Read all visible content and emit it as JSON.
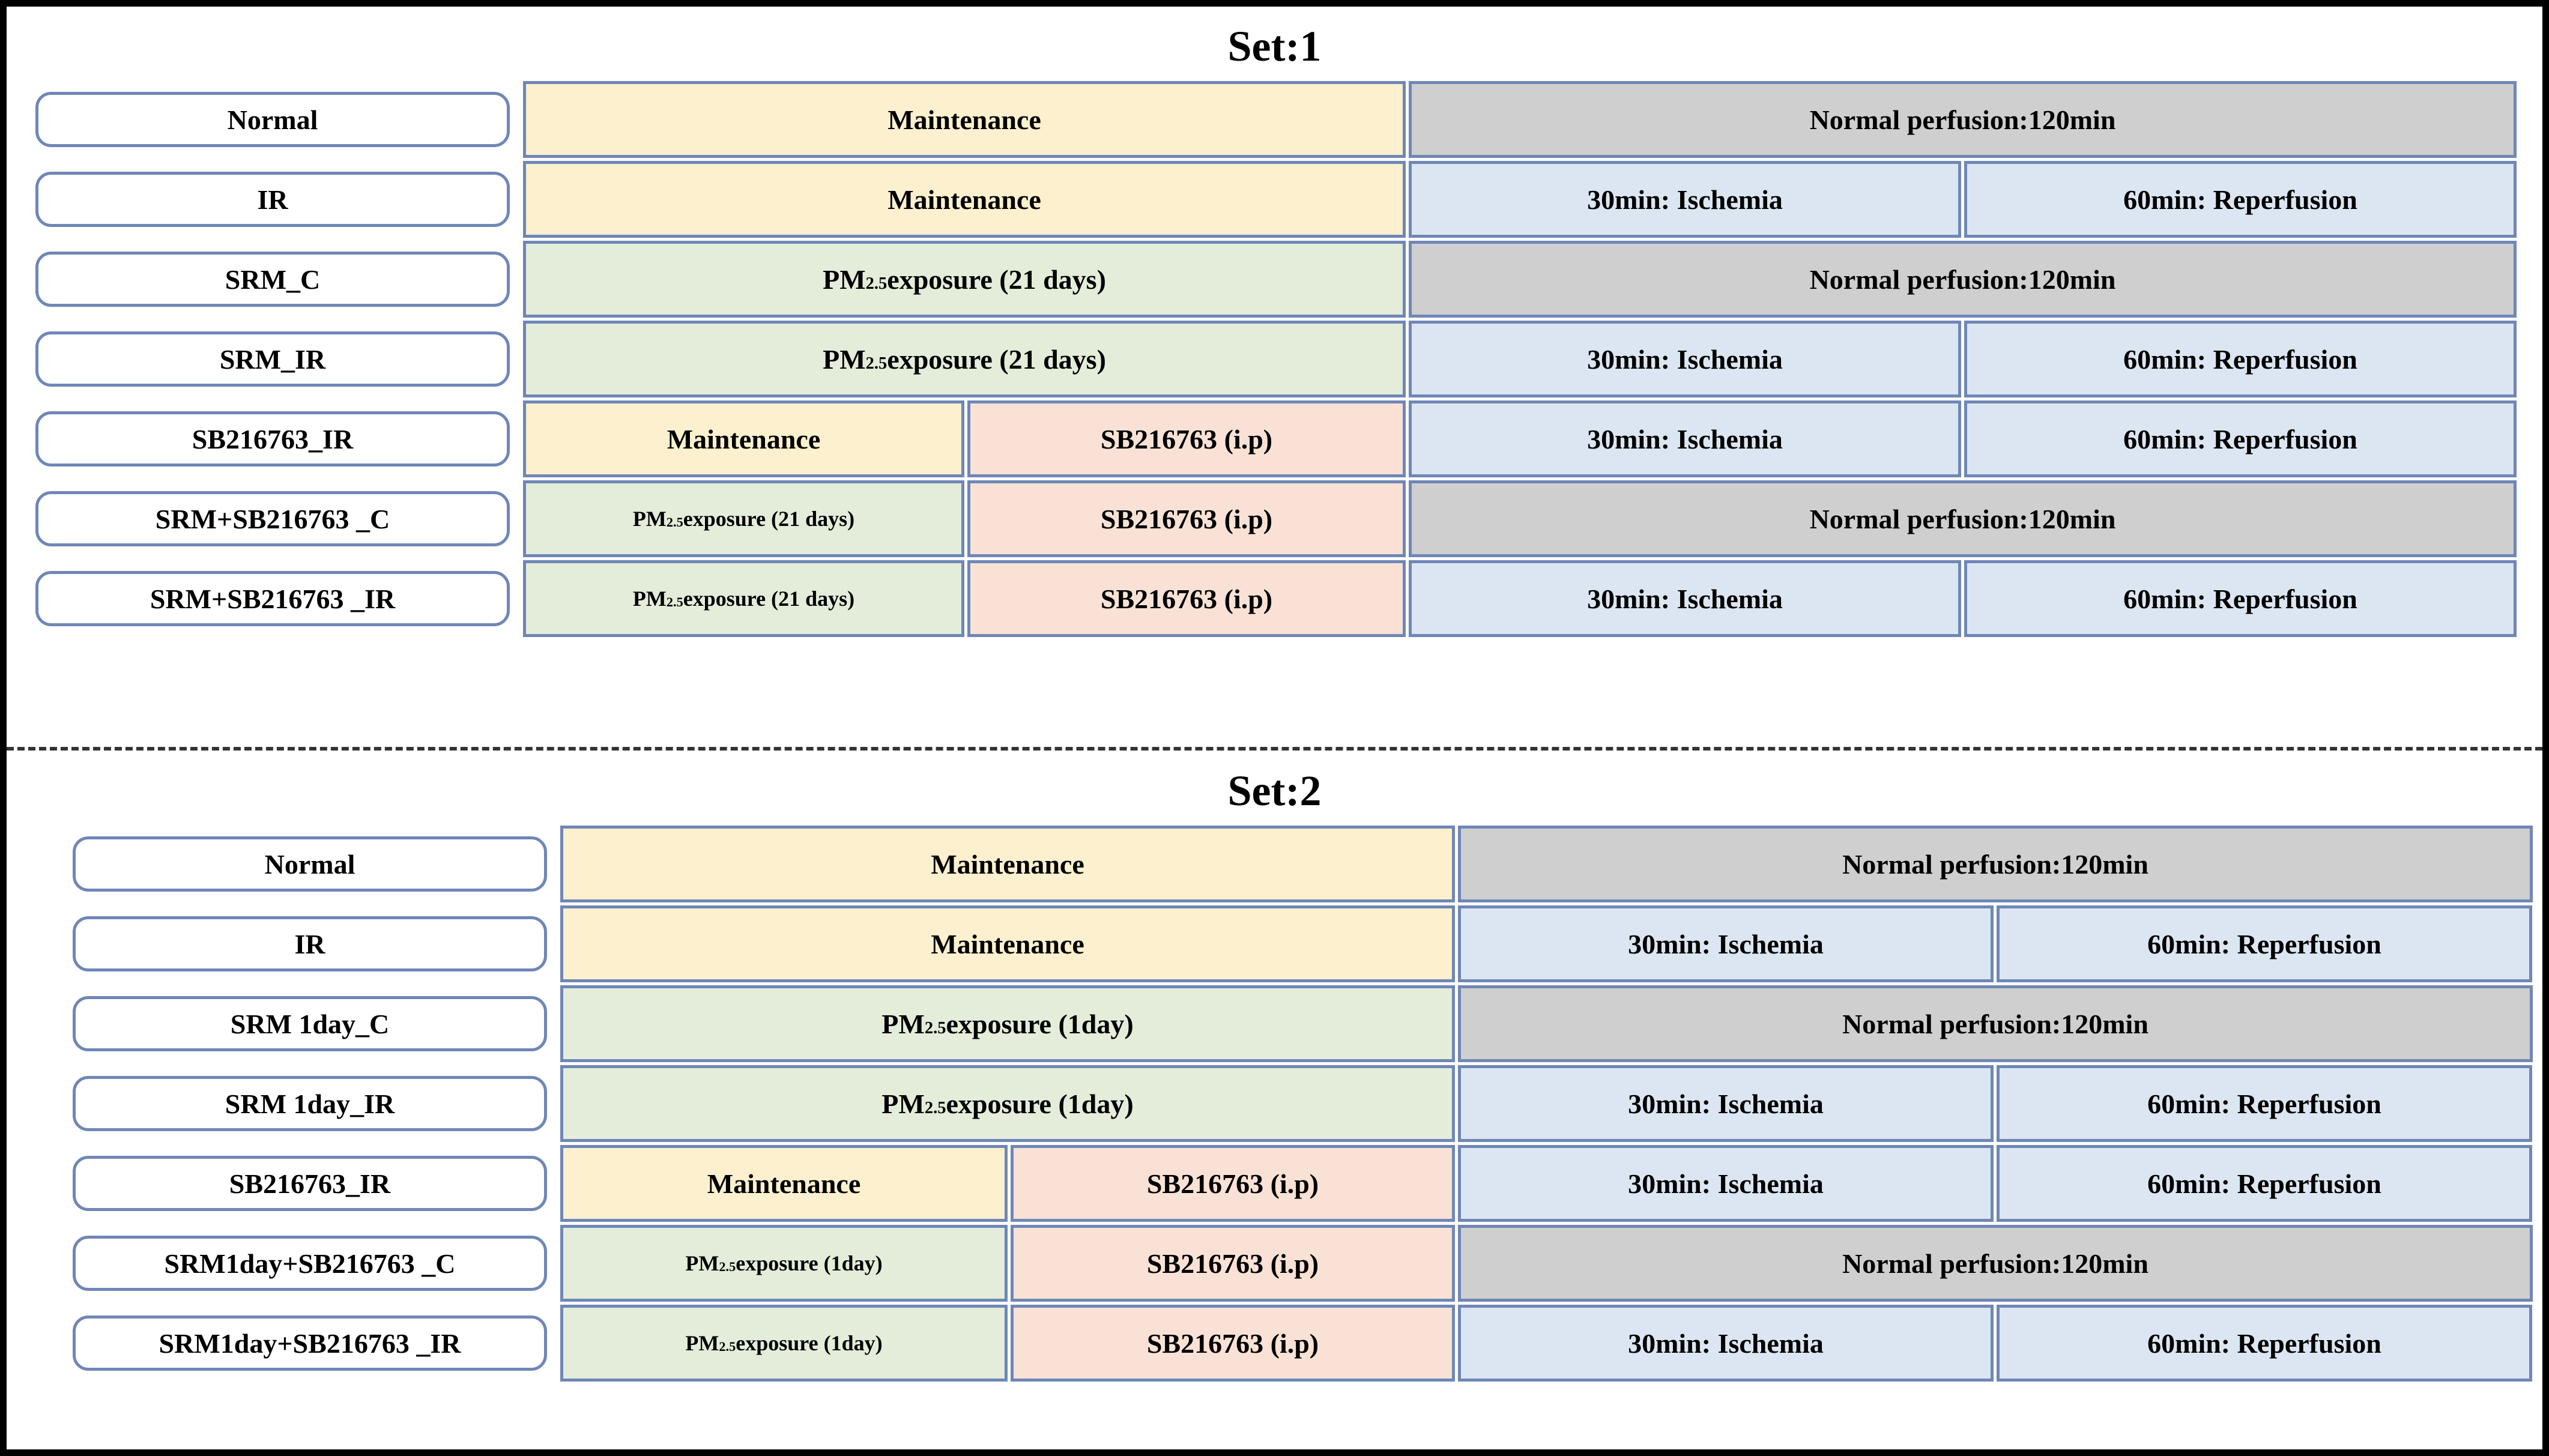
{
  "figure": {
    "sets": [
      {
        "id": "set-1",
        "title": "Set:1",
        "rows": [
          {
            "label": "Normal",
            "treatments": [
              {
                "text": "Maintenance",
                "color": "yellow",
                "span": "full",
                "small": false
              }
            ],
            "outcomes": [
              {
                "text": "Normal perfusion:120min",
                "color": "gray",
                "span": "full"
              }
            ]
          },
          {
            "label": "IR",
            "treatments": [
              {
                "text": "Maintenance",
                "color": "yellow",
                "span": "full",
                "small": false
              }
            ],
            "outcomes": [
              {
                "text": "30min: Ischemia",
                "color": "blue",
                "span": "half"
              },
              {
                "text": "60min: Reperfusion",
                "color": "blue",
                "span": "half"
              }
            ]
          },
          {
            "label": "SRM_C",
            "treatments": [
              {
                "text": "PM2.5 exposure (21 days)",
                "text_pre": "PM",
                "text_sub": "2.5",
                "text_post": " exposure (21 days)",
                "color": "green",
                "span": "full",
                "small": false
              }
            ],
            "outcomes": [
              {
                "text": "Normal perfusion:120min",
                "color": "gray",
                "span": "full"
              }
            ]
          },
          {
            "label": "SRM_IR",
            "treatments": [
              {
                "text": "PM2.5 exposure (21 days)",
                "text_pre": "PM",
                "text_sub": "2.5",
                "text_post": " exposure (21 days)",
                "color": "green",
                "span": "full",
                "small": false
              }
            ],
            "outcomes": [
              {
                "text": "30min: Ischemia",
                "color": "blue",
                "span": "half"
              },
              {
                "text": "60min: Reperfusion",
                "color": "blue",
                "span": "half"
              }
            ]
          },
          {
            "label": "SB216763_IR",
            "treatments": [
              {
                "text": "Maintenance",
                "color": "yellow",
                "span": "left",
                "small": false
              },
              {
                "text": "SB216763 (i.p)",
                "color": "pink",
                "span": "right",
                "small": false
              }
            ],
            "outcomes": [
              {
                "text": "30min: Ischemia",
                "color": "blue",
                "span": "half"
              },
              {
                "text": "60min: Reperfusion",
                "color": "blue",
                "span": "half"
              }
            ]
          },
          {
            "label": "SRM+SB216763 _C",
            "treatments": [
              {
                "text": "PM2.5 exposure (21 days)",
                "text_pre": "PM",
                "text_sub": "2.5",
                "text_post": " exposure (21 days)",
                "color": "green",
                "span": "left",
                "small": true
              },
              {
                "text": "SB216763 (i.p)",
                "color": "pink",
                "span": "right",
                "small": false
              }
            ],
            "outcomes": [
              {
                "text": "Normal perfusion:120min",
                "color": "gray",
                "span": "full"
              }
            ]
          },
          {
            "label": "SRM+SB216763 _IR",
            "treatments": [
              {
                "text": "PM2.5 exposure (21 days)",
                "text_pre": "PM",
                "text_sub": "2.5",
                "text_post": " exposure (21 days)",
                "color": "green",
                "span": "left",
                "small": true
              },
              {
                "text": "SB216763 (i.p)",
                "color": "pink",
                "span": "right",
                "small": false
              }
            ],
            "outcomes": [
              {
                "text": "30min: Ischemia",
                "color": "blue",
                "span": "half"
              },
              {
                "text": "60min: Reperfusion",
                "color": "blue",
                "span": "half"
              }
            ]
          }
        ]
      },
      {
        "id": "set-2",
        "title": "Set:2",
        "rows": [
          {
            "label": "Normal",
            "treatments": [
              {
                "text": "Maintenance",
                "color": "yellow",
                "span": "full",
                "small": false
              }
            ],
            "outcomes": [
              {
                "text": "Normal perfusion:120min",
                "color": "gray",
                "span": "full"
              }
            ]
          },
          {
            "label": "IR",
            "treatments": [
              {
                "text": "Maintenance",
                "color": "yellow",
                "span": "full",
                "small": false
              }
            ],
            "outcomes": [
              {
                "text": "30min: Ischemia",
                "color": "blue",
                "span": "half"
              },
              {
                "text": "60min: Reperfusion",
                "color": "blue",
                "span": "half"
              }
            ]
          },
          {
            "label": "SRM 1day_C",
            "treatments": [
              {
                "text": "PM2.5 exposure (1day)",
                "text_pre": "PM",
                "text_sub": "2.5",
                "text_post": " exposure (1day)",
                "color": "green",
                "span": "full",
                "small": false
              }
            ],
            "outcomes": [
              {
                "text": "Normal perfusion:120min",
                "color": "gray",
                "span": "full"
              }
            ]
          },
          {
            "label": "SRM 1day_IR",
            "treatments": [
              {
                "text": "PM2.5 exposure (1day)",
                "text_pre": "PM",
                "text_sub": "2.5",
                "text_post": " exposure (1day)",
                "color": "green",
                "span": "full",
                "small": false
              }
            ],
            "outcomes": [
              {
                "text": "30min: Ischemia",
                "color": "blue",
                "span": "half"
              },
              {
                "text": "60min: Reperfusion",
                "color": "blue",
                "span": "half"
              }
            ]
          },
          {
            "label": "SB216763_IR",
            "treatments": [
              {
                "text": "Maintenance",
                "color": "yellow",
                "span": "left",
                "small": false
              },
              {
                "text": "SB216763 (i.p)",
                "color": "pink",
                "span": "right",
                "small": false
              }
            ],
            "outcomes": [
              {
                "text": "30min: Ischemia",
                "color": "blue",
                "span": "half"
              },
              {
                "text": "60min: Reperfusion",
                "color": "blue",
                "span": "half"
              }
            ]
          },
          {
            "label": "SRM1day+SB216763 _C",
            "treatments": [
              {
                "text": "PM2.5 exposure (1day)",
                "text_pre": "PM",
                "text_sub": "2.5",
                "text_post": " exposure (1day)",
                "color": "green",
                "span": "left",
                "small": true
              },
              {
                "text": "SB216763 (i.p)",
                "color": "pink",
                "span": "right",
                "small": false
              }
            ],
            "outcomes": [
              {
                "text": "Normal perfusion:120min",
                "color": "gray",
                "span": "full"
              }
            ]
          },
          {
            "label": "SRM1day+SB216763 _IR",
            "treatments": [
              {
                "text": "PM2.5 exposure (1day)",
                "text_pre": "PM",
                "text_sub": "2.5",
                "text_post": " exposure (1day)",
                "color": "green",
                "span": "left",
                "small": true
              },
              {
                "text": "SB216763 (i.p)",
                "color": "pink",
                "span": "right",
                "small": false
              }
            ],
            "outcomes": [
              {
                "text": "30min: Ischemia",
                "color": "blue",
                "span": "half"
              },
              {
                "text": "60min: Reperfusion",
                "color": "blue",
                "span": "half"
              }
            ]
          }
        ]
      }
    ],
    "colors": {
      "maintenance": "#FDF0CE",
      "pm25_exposure": "#E3EDDA",
      "sb216763": "#F9E2D5",
      "normal_perfusion": "#CFCFCF",
      "ischemia_reperfusion": "#DCE6F2",
      "cell_border": "#6F87B7",
      "frame_border": "#000000"
    }
  }
}
